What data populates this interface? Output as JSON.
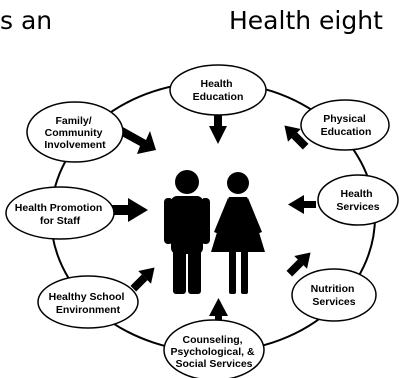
{
  "heading": {
    "left_fragment": "s an",
    "right_fragment": "Health eight"
  },
  "diagram": {
    "components": [
      {
        "id": "health-education",
        "lines": [
          "Health",
          "Education"
        ]
      },
      {
        "id": "physical-education",
        "lines": [
          "Physical",
          "Education"
        ]
      },
      {
        "id": "health-services",
        "lines": [
          "Health",
          "Services"
        ]
      },
      {
        "id": "nutrition-services",
        "lines": [
          "Nutrition",
          "Services"
        ]
      },
      {
        "id": "counseling-services",
        "lines": [
          "Counseling,",
          "Psychological, &",
          "Social Services"
        ]
      },
      {
        "id": "healthy-school-environment",
        "lines": [
          "Healthy School",
          "Environment"
        ]
      },
      {
        "id": "health-promotion-staff",
        "lines": [
          "Health Promotion",
          "for Staff"
        ]
      },
      {
        "id": "family-community-involvement",
        "lines": [
          "Family/",
          "Community",
          "Involvement"
        ]
      }
    ],
    "colors": {
      "stroke": "#000000",
      "fill": "#ffffff",
      "figure": "#000000"
    }
  }
}
